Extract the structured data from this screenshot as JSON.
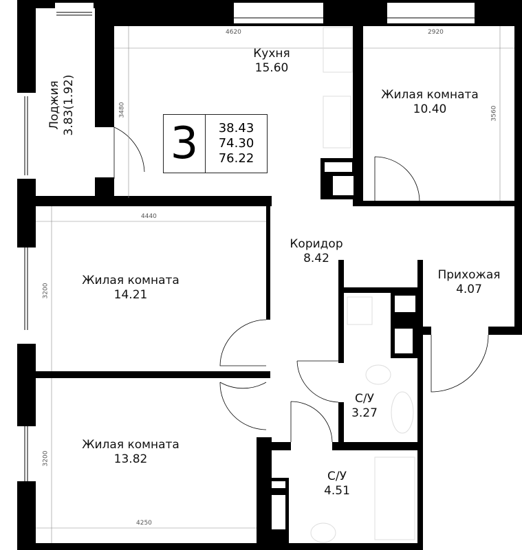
{
  "apartment": {
    "rooms_count": "3",
    "living_area": "38.43",
    "total_area": "74.30",
    "total_area_with_loggia": "76.22"
  },
  "rooms": {
    "loggia": {
      "name": "Лоджия",
      "area": "3.83(1.92)"
    },
    "kitchen": {
      "name": "Кухня",
      "area": "15.60",
      "width": "4620",
      "height": "3480"
    },
    "bedroom1": {
      "name": "Жилая комната",
      "area": "10.40",
      "width": "2920",
      "height": "3560"
    },
    "bedroom2": {
      "name": "Жилая комната",
      "area": "14.21",
      "width": "4440",
      "height": "3200"
    },
    "bedroom3": {
      "name": "Жилая комната",
      "area": "13.82",
      "width": "4250",
      "height": "3200"
    },
    "corridor": {
      "name": "Коридор",
      "area": "8.42"
    },
    "hallway": {
      "name": "Прихожая",
      "area": "4.07"
    },
    "bathroom1": {
      "name": "С/У",
      "area": "3.27"
    },
    "bathroom2": {
      "name": "С/У",
      "area": "4.51"
    }
  },
  "colors": {
    "wall": "#000000",
    "dimension_line": "#888888",
    "fixture_line": "#dddddd"
  }
}
